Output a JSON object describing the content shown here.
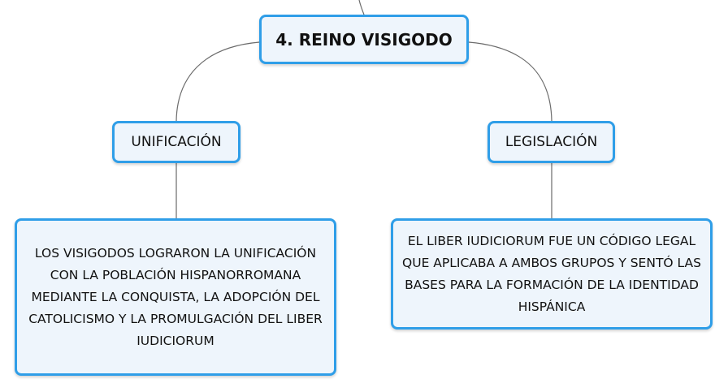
{
  "diagram": {
    "root": {
      "label": "4. REINO VISIGODO"
    },
    "branches": [
      {
        "label": "UNIFICACIÓN",
        "detail": "LOS VISIGODOS LOGRARON LA UNIFICACIÓN CON LA POBLACIÓN HISPANORROMANA MEDIANTE LA CONQUISTA, LA ADOPCIÓN DEL CATOLICISMO Y LA PROMULGACIÓN DEL LIBER IUDICIORUM"
      },
      {
        "label": "LEGISLACIÓN",
        "detail": "EL LIBER IUDICIORUM FUE UN CÓDIGO LEGAL QUE APLICABA A AMBOS GRUPOS Y SENTÓ LAS BASES PARA LA FORMACIÓN DE LA IDENTIDAD HISPÁNICA"
      }
    ],
    "colors": {
      "node_border": "#2f9ee8",
      "node_fill": "#eef5fc",
      "connector": "#6b6b6b",
      "text": "#111111"
    }
  }
}
